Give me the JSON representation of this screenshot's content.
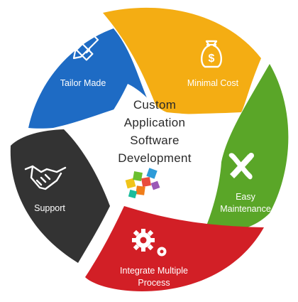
{
  "diagram": {
    "center_title_lines": [
      "Custom",
      "Application",
      "Software",
      "Development"
    ],
    "segments": [
      {
        "label_lines": [
          "Minimal Cost"
        ],
        "color": "#f4ad13",
        "icon": "money-bag-icon"
      },
      {
        "label_lines": [
          "Easy",
          "Maintenance"
        ],
        "color": "#5aa628",
        "icon": "wrench-screwdriver-icon"
      },
      {
        "label_lines": [
          "Integrate Multiple",
          "Process"
        ],
        "color": "#d21f26",
        "icon": "gears-icon"
      },
      {
        "label_lines": [
          "Support"
        ],
        "color": "#333333",
        "icon": "handshake-icon"
      },
      {
        "label_lines": [
          "Tailor Made"
        ],
        "color": "#1e6bc4",
        "icon": "ruler-pencil-icon"
      }
    ],
    "center_graphic": "colored-cubes-icon"
  }
}
